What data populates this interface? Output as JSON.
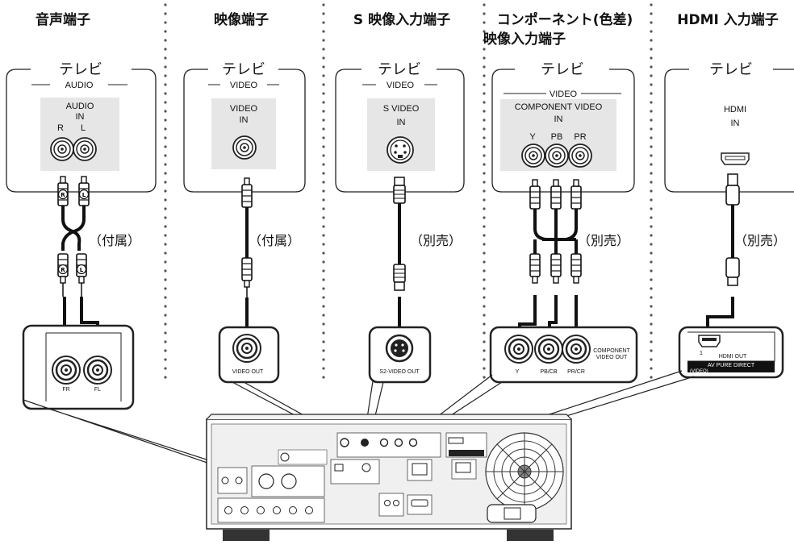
{
  "headers": {
    "audio": "音声端子",
    "video": "映像端子",
    "svideo": "S 映像入力端子",
    "component_line1": "コンポーネント(色差)",
    "component_line2": "映像入力端子",
    "hdmi": "HDMI 入力端子"
  },
  "tv_label": "テレビ",
  "panels": {
    "audio": {
      "group": "AUDIO",
      "in1": "AUDIO",
      "in2": "IN",
      "r": "R",
      "l": "L"
    },
    "video": {
      "group": "VIDEO",
      "in1": "VIDEO",
      "in2": "IN"
    },
    "svideo": {
      "group": "VIDEO",
      "in1": "S VIDEO",
      "in2": "IN"
    },
    "component": {
      "group": "VIDEO",
      "in1": "COMPONENT VIDEO",
      "in2": "IN",
      "y": "Y",
      "pb": "PB",
      "pr": "PR"
    },
    "hdmi": {
      "in1": "HDMI",
      "in2": "IN"
    }
  },
  "cables": {
    "audio": "（付属）",
    "video": "（付属）",
    "svideo": "（別売）",
    "component": "（別売）",
    "hdmi": "（別売）"
  },
  "plug_marks": {
    "r": "R",
    "l": "L"
  },
  "player_panels": {
    "audio": {
      "fr": "FR",
      "fl": "FL"
    },
    "video": {
      "out": "VIDEO OUT"
    },
    "svideo": {
      "out": "S2-VIDEO OUT"
    },
    "component": {
      "y": "Y",
      "pb": "PB/CB",
      "pr": "PR/CR",
      "title1": "COMPONENT",
      "title2": "VIDEO OUT"
    },
    "hdmi": {
      "num": "1",
      "out": "HDMI OUT",
      "bar1": "AV PURE DIRECT",
      "bar2": "(VIDEO)"
    }
  }
}
